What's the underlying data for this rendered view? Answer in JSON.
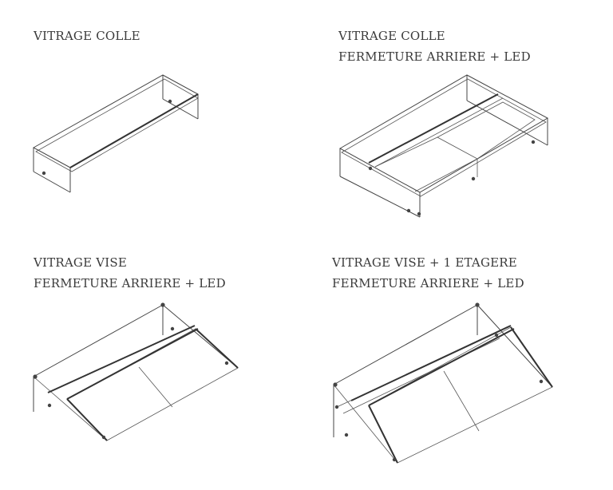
{
  "panels": [
    {
      "lines": [
        "VITRAGE COLLE"
      ]
    },
    {
      "lines": [
        "VITRAGE COLLE",
        "FERMETURE ARRIERE + LED"
      ]
    },
    {
      "lines": [
        "VITRAGE VISE",
        "FERMETURE ARRIERE + LED"
      ]
    },
    {
      "lines": [
        "VITRAGE VISE + 1 ETAGERE",
        "FERMETURE ARRIERE + LED"
      ]
    }
  ]
}
